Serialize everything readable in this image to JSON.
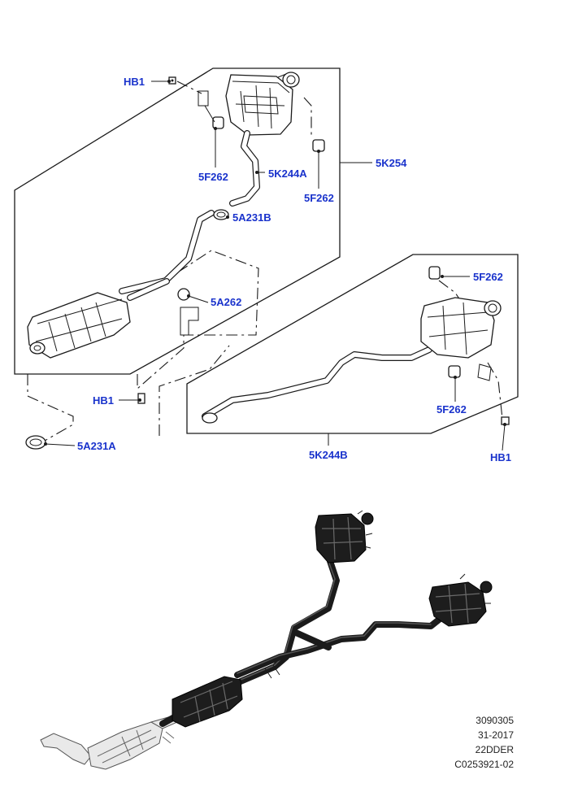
{
  "callouts": {
    "hb1_top": "HB1",
    "f262_upper_left": "5F262",
    "k244a": "5K244A",
    "f262_upper_right": "5F262",
    "k254": "5K254",
    "a231b": "5A231B",
    "a262": "5A262",
    "hb1_left": "HB1",
    "a231a": "5A231A",
    "f262_right_top": "5F262",
    "f262_right_bottom": "5F262",
    "k244b": "5K244B",
    "hb1_right": "HB1"
  },
  "footer": {
    "line1": "3090305",
    "line2": "31-2017",
    "line3": "22DDER",
    "line4": "C0253921-02"
  },
  "colors": {
    "callout_text": "#1a33cc",
    "line_art": "#1a1a1a",
    "rendered_parts": "#1d1d1d"
  }
}
